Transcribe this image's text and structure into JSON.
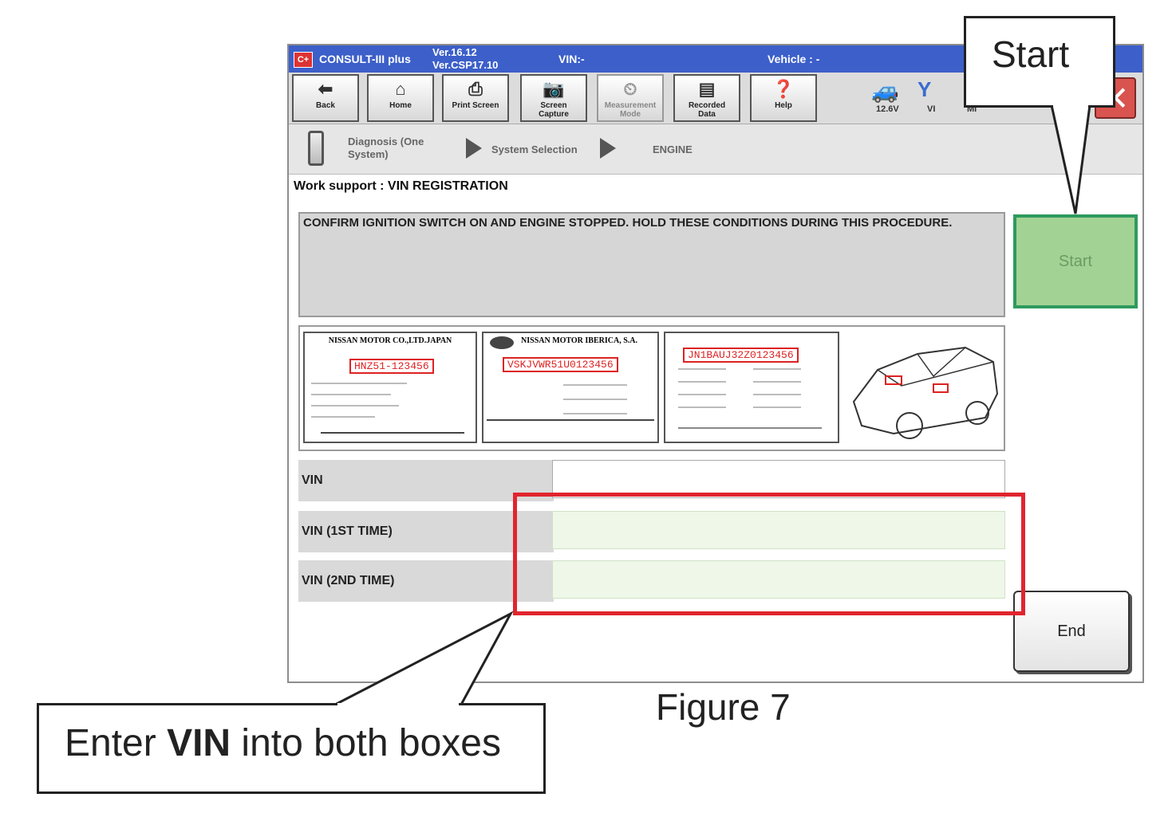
{
  "titlebar": {
    "app_name": "CONSULT-III plus",
    "version_line1": "Ver.16.12",
    "version_line2": "Ver.CSP17.10",
    "vin_label": "VIN:-",
    "vehicle_label": "Vehicle : -",
    "logo_text": "C+"
  },
  "toolbar": {
    "back": "Back",
    "home": "Home",
    "print_screen": "Print Screen",
    "screen_capture_1": "Screen",
    "screen_capture_2": "Capture",
    "measurement_mode_1": "Measurement",
    "measurement_mode_2": "Mode",
    "recorded_data_1": "Recorded",
    "recorded_data_2": "Data",
    "help": "Help",
    "battery": "12.6V",
    "vi": "VI",
    "mi": "MI"
  },
  "breadcrumb": {
    "step1_line1": "Diagnosis (One",
    "step1_line2": "System)",
    "step2": "System Selection",
    "step3": "ENGINE"
  },
  "work_support_title": "Work support : VIN REGISTRATION",
  "message": "CONFIRM IGNITION SWITCH ON AND ENGINE STOPPED. HOLD THESE CONDITIONS DURING THIS PROCEDURE.",
  "start_button": "Start",
  "end_button": "End",
  "plates": {
    "plate1_header": "NISSAN MOTOR CO.,LTD.JAPAN",
    "plate1_vin": "HNZ51-123456",
    "plate2_header": "NISSAN MOTOR IBERICA, S.A.",
    "plate2_vin": "VSKJVWR51U0123456",
    "plate3_vin": "JN1BAUJ32Z0123456"
  },
  "fields": {
    "vin": "VIN",
    "vin_1st": "VIN (1ST TIME)",
    "vin_2nd": "VIN (2ND TIME)"
  },
  "callouts": {
    "start": "Start",
    "enter_prefix": "Enter ",
    "enter_bold": "VIN",
    "enter_suffix": " into both boxes"
  },
  "figure_caption": "Figure 7",
  "colors": {
    "titlebar": "#3c5fc9",
    "start_green": "#a3d394",
    "start_border": "#2e9a5e",
    "highlight_red": "#e0252e",
    "close_red": "#d9534f"
  }
}
